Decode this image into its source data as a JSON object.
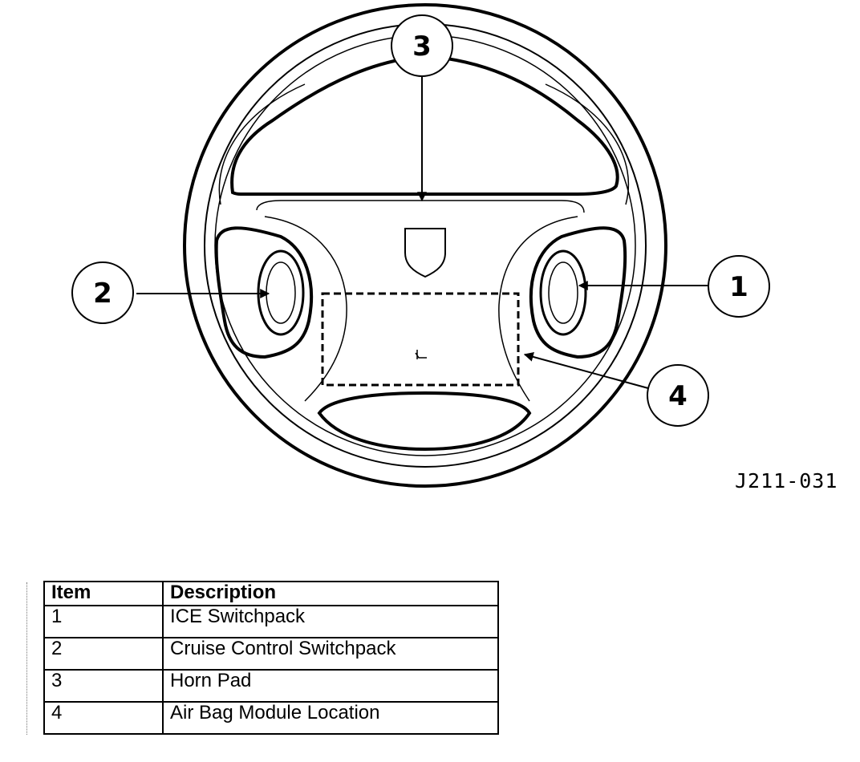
{
  "figure": {
    "code": "J211-031",
    "callouts": [
      {
        "number": "1"
      },
      {
        "number": "2"
      },
      {
        "number": "3"
      },
      {
        "number": "4"
      }
    ]
  },
  "legend": {
    "headers": {
      "item": "Item",
      "description": "Description"
    },
    "rows": [
      {
        "item": "1",
        "description": "ICE Switchpack"
      },
      {
        "item": "2",
        "description": "Cruise Control Switchpack"
      },
      {
        "item": "3",
        "description": "Horn Pad"
      },
      {
        "item": "4",
        "description": "Air Bag Module Location"
      }
    ]
  }
}
